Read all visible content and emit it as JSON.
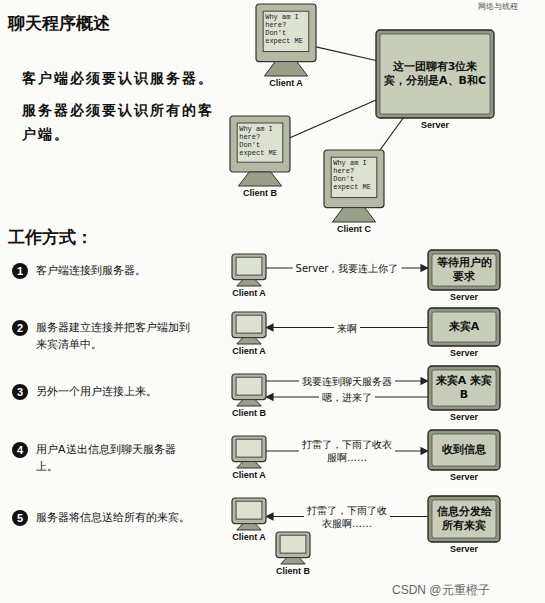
{
  "diagram": {
    "title": "聊天程序概述",
    "nodes": [
      {
        "text": [
          "Why am I here? Don't expect ME",
          "Client A"
        ]
      },
      {
        "text": [
          "这一团聊有3位来宾，分别是A、B和C",
          "Server"
        ]
      },
      {
        "text": [
          "Why am I here? Don't expect ME",
          "Client B"
        ]
      },
      {
        "text": [
          "Why am I here? Don't expect ME",
          "Client C"
        ]
      },
      {
        "text": [
          "Client A"
        ]
      },
      {
        "text": [
          "等待用户的要求",
          "Server"
        ]
      },
      {
        "text": [
          "Client A"
        ]
      },
      {
        "text": [
          "来宾A",
          "Server"
        ]
      },
      {
        "text": [
          "Client B"
        ]
      },
      {
        "text": [
          "来宾A 来宾B",
          "Server"
        ]
      },
      {
        "text": [
          "Client A"
        ]
      },
      {
        "text": [
          "收到信息",
          "Server"
        ]
      },
      {
        "text": [
          "Client A"
        ]
      },
      {
        "text": [
          "Client B"
        ]
      },
      {
        "text": [
          "信息分发给所有来宾",
          "Server"
        ]
      }
    ],
    "edges": [
      {
        "from": 0,
        "to": 1,
        "arrow": "none"
      },
      {
        "from": 2,
        "to": 1,
        "arrow": "none"
      },
      {
        "from": 3,
        "to": 1,
        "arrow": "none"
      },
      {
        "from": 4,
        "to": 5,
        "label": "Server，我要连上你了",
        "arrow": "to"
      },
      {
        "from": 7,
        "to": 6,
        "label": "来啊",
        "arrow": "to"
      },
      {
        "from": 8,
        "to": 9,
        "label": "我要连到聊天服务器",
        "arrow": "to"
      },
      {
        "from": 9,
        "to": 8,
        "label": "嗯，进来了",
        "arrow": "to"
      },
      {
        "from": 10,
        "to": 11,
        "label": "打雷了，下雨了收衣服啊……",
        "arrow": "to"
      },
      {
        "from": 14,
        "to": 12,
        "label": "打雷了，下雨了收衣服啊……",
        "arrow": "to"
      }
    ],
    "labels": [
      "网络与线程",
      "客户端必须要认识服务器。",
      "服务器必须要认识所有的客户端。",
      "工作方式：",
      "1",
      "客户端连接到服务器。",
      "2",
      "服务器建立连接并把客户端加到来宾清单中。",
      "3",
      "另外一个用户连接上来。",
      "4",
      "用户A送出信息到聊天服务器上。",
      "5",
      "服务器将信息送给所有的来宾。",
      "CSDN @元重橙子"
    ]
  }
}
